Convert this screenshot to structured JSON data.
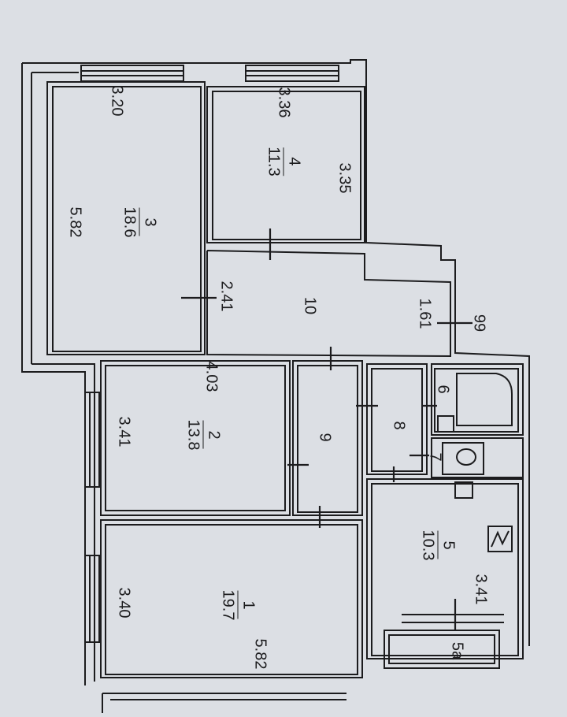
{
  "plan": {
    "rooms": [
      {
        "id": "1",
        "number": "1",
        "area": "19.7"
      },
      {
        "id": "2",
        "number": "2",
        "area": "13.8"
      },
      {
        "id": "3",
        "number": "3",
        "area": "18.6"
      },
      {
        "id": "4",
        "number": "4",
        "area": "11.3"
      },
      {
        "id": "5",
        "number": "5",
        "area": "10.3"
      },
      {
        "id": "5a",
        "number": "5a"
      },
      {
        "id": "6",
        "number": "6"
      },
      {
        "id": "7",
        "number": "7"
      },
      {
        "id": "8",
        "number": "8"
      },
      {
        "id": "9",
        "number": "9"
      },
      {
        "id": "10",
        "number": "10"
      }
    ],
    "dimensions": [
      "3.20",
      "3.36",
      "3.35",
      "5.82",
      "2.41",
      "1.61",
      "99",
      "4.03",
      "3.41",
      "3.40",
      "5.82",
      "3.41"
    ],
    "colors": {
      "paper": "#dcdfe4",
      "ink": "#1c1c1e"
    }
  }
}
